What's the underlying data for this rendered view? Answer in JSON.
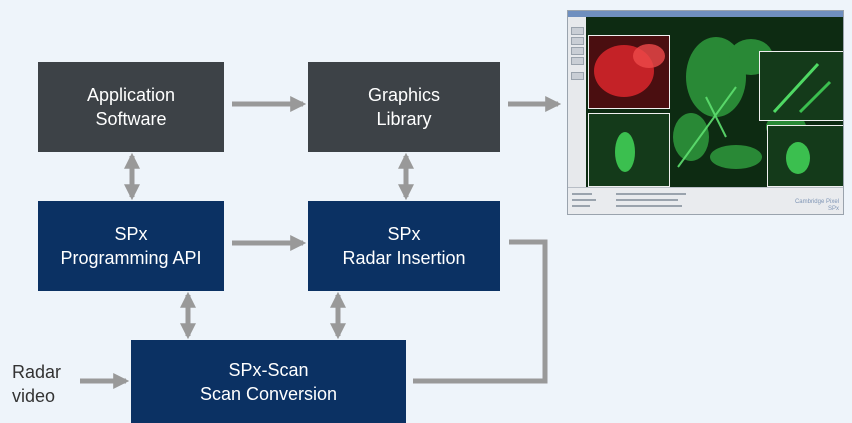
{
  "blocks": {
    "application_software": [
      "Application",
      "Software"
    ],
    "graphics_library": [
      "Graphics",
      "Library"
    ],
    "spx_programming_api": [
      "SPx",
      "Programming API"
    ],
    "spx_radar_insertion": [
      "SPx",
      "Radar Insertion"
    ],
    "spx_scan": [
      "SPx-Scan",
      "Scan Conversion"
    ]
  },
  "input_label": [
    "Radar",
    "video"
  ],
  "screenshot": {
    "logo_lines": [
      "Cambridge Pixel",
      "SPx"
    ]
  },
  "colors": {
    "background": "#eef4fa",
    "dark_block": "#3d4247",
    "navy_block": "#0b3163",
    "arrow": "#999999",
    "radar_green": "#3bbf4f",
    "radar_red": "#d9262b"
  }
}
